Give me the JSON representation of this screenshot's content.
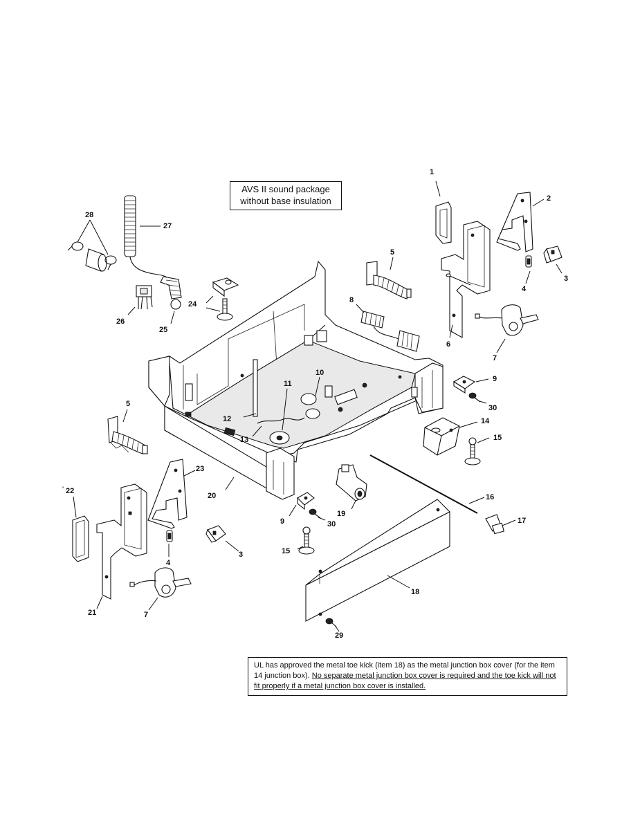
{
  "notes": {
    "avs_line1": "AVS II sound package",
    "avs_line2": "without base insulation",
    "ul_text_plain": "UL has approved the metal toe kick (item 18) as the metal junction box cover (for the item 14 junction box).",
    "ul_text_underlined": "No separate metal junction box cover is required and the toe kick will not fit properly if a metal junction box cover is installed."
  },
  "stray_mark": "'",
  "callouts": [
    {
      "id": "c1",
      "text": "1"
    },
    {
      "id": "c2",
      "text": "2"
    },
    {
      "id": "c3a",
      "text": "3"
    },
    {
      "id": "c3b",
      "text": "3"
    },
    {
      "id": "c4a",
      "text": "4"
    },
    {
      "id": "c4b",
      "text": "4"
    },
    {
      "id": "c5a",
      "text": "5"
    },
    {
      "id": "c5b",
      "text": "5"
    },
    {
      "id": "c6",
      "text": "6"
    },
    {
      "id": "c7a",
      "text": "7"
    },
    {
      "id": "c7b",
      "text": "7"
    },
    {
      "id": "c8",
      "text": "8"
    },
    {
      "id": "c9a",
      "text": "9"
    },
    {
      "id": "c9b",
      "text": "9"
    },
    {
      "id": "c10",
      "text": "10"
    },
    {
      "id": "c11",
      "text": "11"
    },
    {
      "id": "c12",
      "text": "12"
    },
    {
      "id": "c13",
      "text": "13"
    },
    {
      "id": "c14",
      "text": "14"
    },
    {
      "id": "c15a",
      "text": "15"
    },
    {
      "id": "c15b",
      "text": "15"
    },
    {
      "id": "c16",
      "text": "16"
    },
    {
      "id": "c17",
      "text": "17"
    },
    {
      "id": "c18",
      "text": "18"
    },
    {
      "id": "c19",
      "text": "19"
    },
    {
      "id": "c20",
      "text": "20"
    },
    {
      "id": "c21",
      "text": "21"
    },
    {
      "id": "c22",
      "text": "22"
    },
    {
      "id": "c23",
      "text": "23"
    },
    {
      "id": "c24",
      "text": "24"
    },
    {
      "id": "c25",
      "text": "25"
    },
    {
      "id": "c26",
      "text": "26"
    },
    {
      "id": "c27",
      "text": "27"
    },
    {
      "id": "c28",
      "text": "28"
    },
    {
      "id": "c29",
      "text": "29"
    },
    {
      "id": "c30a",
      "text": "30"
    },
    {
      "id": "c30b",
      "text": "30"
    }
  ]
}
